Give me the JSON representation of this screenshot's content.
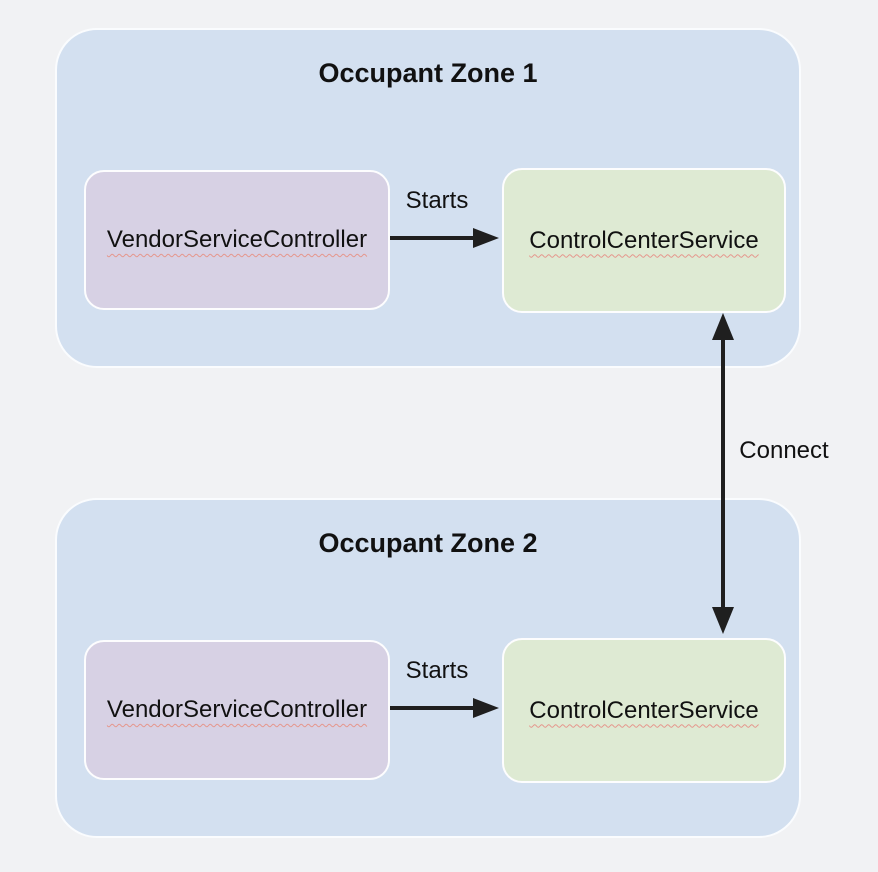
{
  "colors": {
    "background": "#f1f2f4",
    "zone_fill": "#d3e0f0",
    "zone_border": "#fafcfe",
    "vendor_fill": "#d7d1e4",
    "control_fill": "#deead3",
    "node_border": "#fdfdfe",
    "arrow": "#1f1f1f",
    "text": "#111111",
    "spellcheck_underline": "#e5968c"
  },
  "diagram": {
    "zones": [
      {
        "title": "Occupant Zone 1",
        "nodes": [
          {
            "label": "VendorServiceController"
          },
          {
            "label": "ControlCenterService"
          }
        ],
        "edge_label": "Starts"
      },
      {
        "title": "Occupant Zone 2",
        "nodes": [
          {
            "label": "VendorServiceController"
          },
          {
            "label": "ControlCenterService"
          }
        ],
        "edge_label": "Starts"
      }
    ],
    "connector_label": "Connect"
  }
}
